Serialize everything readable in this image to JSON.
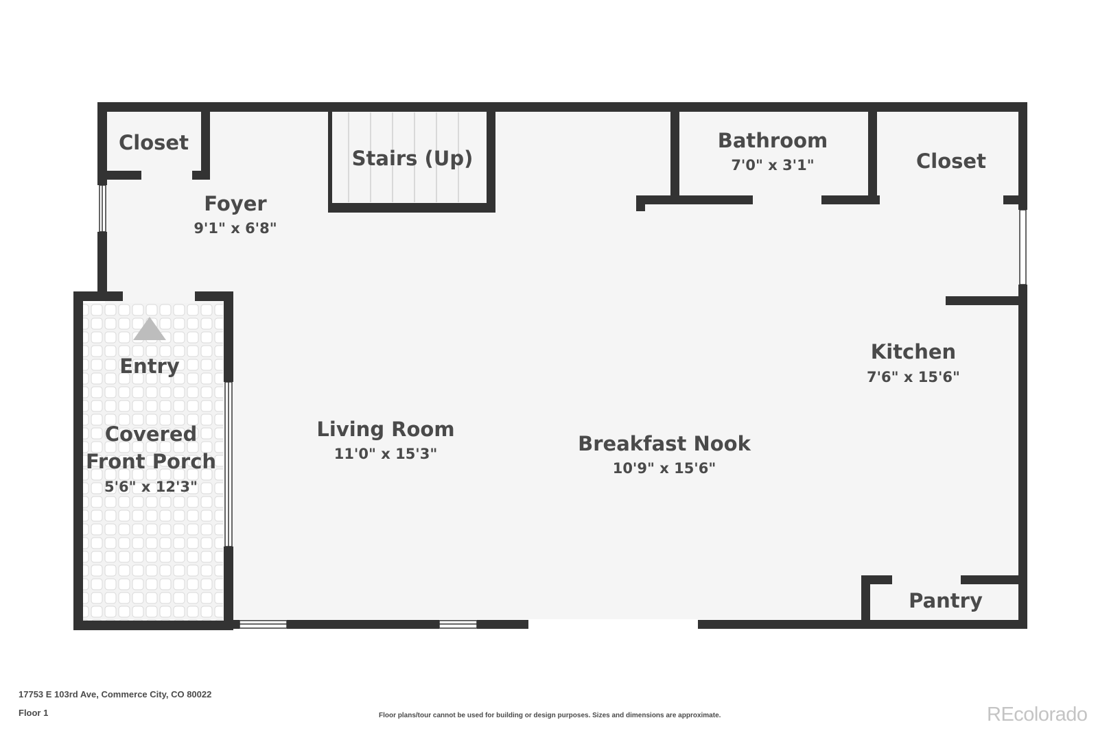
{
  "rooms": {
    "closet_left": {
      "name": "Closet"
    },
    "stairs": {
      "name": "Stairs (Up)"
    },
    "bathroom": {
      "name": "Bathroom",
      "dims": "7'0\" x 3'1\""
    },
    "closet_right": {
      "name": "Closet"
    },
    "foyer": {
      "name": "Foyer",
      "dims": "9'1\" x 6'8\""
    },
    "entry": {
      "name": "Entry"
    },
    "porch": {
      "name_line1": "Covered",
      "name_line2": "Front Porch",
      "dims": "5'6\" x 12'3\""
    },
    "living": {
      "name": "Living Room",
      "dims": "11'0\" x 15'3\""
    },
    "nook": {
      "name": "Breakfast Nook",
      "dims": "10'9\" x 15'6\""
    },
    "kitchen": {
      "name": "Kitchen",
      "dims": "7'6\" x 15'6\""
    },
    "pantry": {
      "name": "Pantry"
    }
  },
  "footer": {
    "address": "17753 E 103rd Ave, Commerce City, CO 80022",
    "floor": "Floor 1",
    "disclaimer": "Floor plans/tour cannot be used for building or design purposes. Sizes and dimensions are approximate.",
    "brand": "REcolorado"
  },
  "colors": {
    "wall": "#333333",
    "floor": "#f5f5f5",
    "porch_tile": "#f1f1f1",
    "label": "#4a4a4a",
    "entry_marker": "#bdbdbd"
  }
}
